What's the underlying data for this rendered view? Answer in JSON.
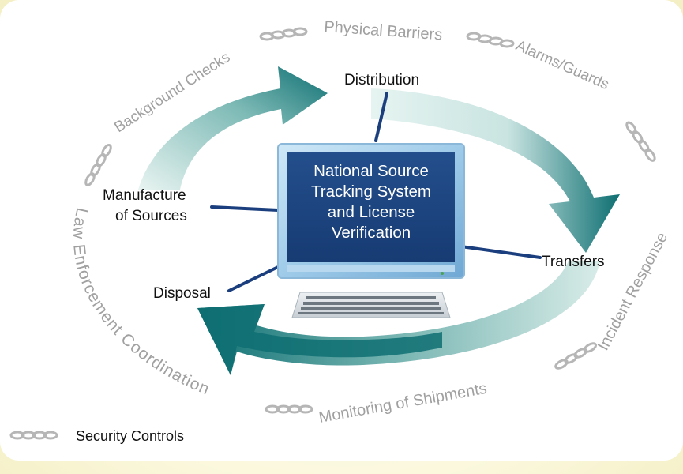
{
  "center": {
    "lines": [
      "National Source",
      "Tracking System",
      "and License",
      "Verification"
    ]
  },
  "stages": {
    "distribution": "Distribution",
    "manufacture_line1": "Manufacture",
    "manufacture_line2": "of Sources",
    "transfers": "Transfers",
    "disposal": "Disposal"
  },
  "controls": {
    "physical_barriers": "Physical Barriers",
    "alarms_guards": "Alarms/Guards",
    "incident_response": "Incident Response",
    "monitoring_shipments": "Monitoring of Shipments",
    "law_enforcement": "Law Enforcement Coordination",
    "background_checks": "Background Checks"
  },
  "legend": {
    "label": "Security Controls"
  },
  "colors": {
    "arrow_dark": "#0e6f72",
    "arrow_light": "#dbeeea",
    "connector": "#1b3f7e",
    "chain": "#b6b6b6",
    "control_text": "#a0a0a0",
    "screen": "#1f4a86"
  }
}
